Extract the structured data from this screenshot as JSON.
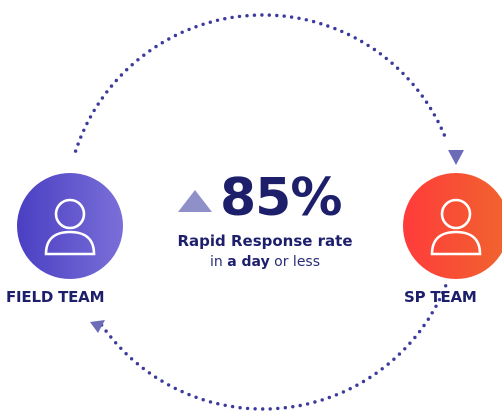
{
  "nodes": {
    "field": {
      "label": "FIELD TEAM",
      "color_start": "#4a3fc2",
      "color_end": "#7a6fd8",
      "icon": "person-icon"
    },
    "sp": {
      "label": "SP TEAM",
      "color_start": "#ff3b3b",
      "color_end": "#f0652e",
      "icon": "person-icon"
    }
  },
  "stat": {
    "trend_icon": "triangle-up-icon",
    "value": "85%",
    "label": "Rapid Response rate",
    "sub_prefix": "in ",
    "sub_emphasis": "a day",
    "sub_suffix": " or less"
  },
  "colors": {
    "text_dark": "#1d1f6b",
    "arc_dots": "#3c3a9c",
    "arrow": "#6b6bb8",
    "trend": "#8f90c8"
  }
}
